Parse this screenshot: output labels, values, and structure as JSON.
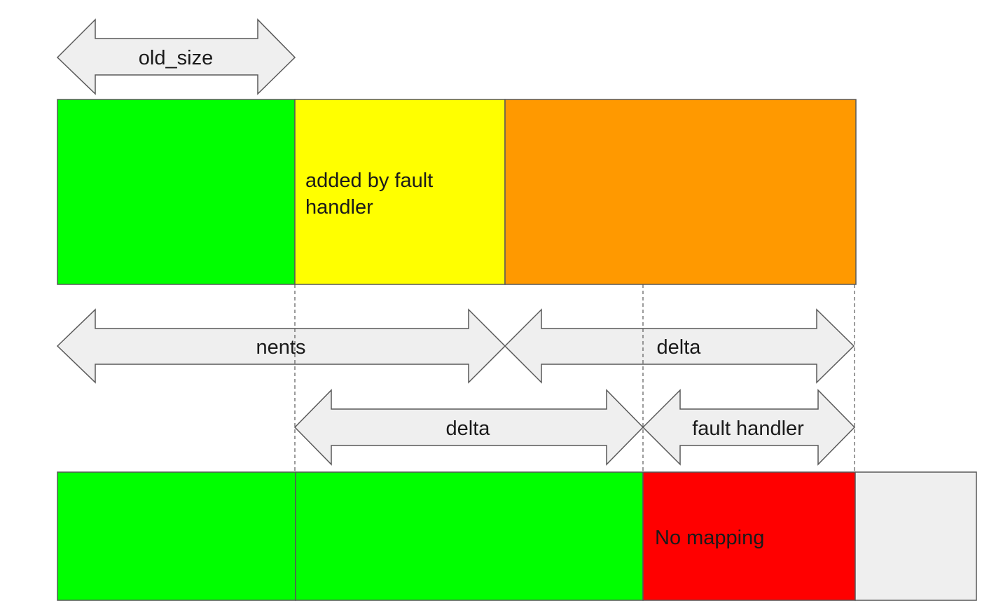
{
  "colors": {
    "green": "#00ff00",
    "yellow": "#ffff00",
    "orange": "#ff9900",
    "red": "#ff0000",
    "grey": "#efefef",
    "arrow_fill": "#efefef",
    "arrow_stroke": "#595959",
    "guide": "#595959"
  },
  "arrows": {
    "old_size": "old_size",
    "nents": "nents",
    "delta_upper": "delta",
    "delta_lower": "delta",
    "fault_handler": "fault handler"
  },
  "top_row": {
    "old_region": "",
    "added_by_fault_handler": {
      "line1": "added by fault",
      "line2": "handler"
    },
    "orange_region": ""
  },
  "bottom_row": {
    "old_region": "",
    "delta_region": "",
    "no_mapping": "No mapping",
    "unused_region": ""
  }
}
